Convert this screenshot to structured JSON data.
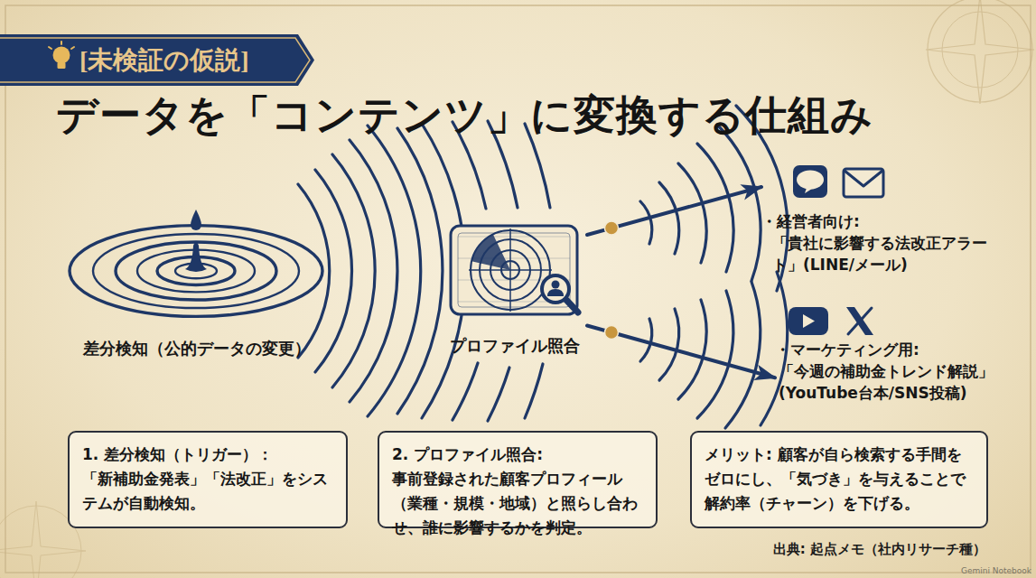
{
  "diagram": {
    "title": "データを「コンテンツ」に変換する仕組み",
    "nodes": [
      {
        "text": [
          "[未検証の仮説]"
        ]
      },
      {
        "text": [
          "差分検知（公的データの変更）"
        ]
      },
      {
        "text": [
          "プロファイル照合"
        ]
      },
      {
        "text": [
          "・経営者向け:",
          "「貴社に影響する法改正アラート」(LINE/メール)"
        ]
      },
      {
        "text": [
          "・マーケティング用:",
          "「今週の補助金トレンド解説」(YouTube台本/SNS投稿)"
        ]
      },
      {
        "text": [
          "1. 差分検知（トリガー）：",
          "「新補助金発表」「法改正」をシステムが自動検知。"
        ]
      },
      {
        "text": [
          "2. プロファイル照合:",
          "事前登録された顧客プロフィール（業種・規模・地域）と照らし合わせ、誰に影響するかを判定。"
        ]
      },
      {
        "text": [
          "メリット: 顧客が自ら検索する手間をゼロにし、「気づき」を与えることで解約率（チャーン）を下げる。"
        ]
      }
    ],
    "edges": [
      {
        "from": 2,
        "to": 3,
        "arrow": "to"
      },
      {
        "from": 2,
        "to": 4,
        "arrow": "to"
      }
    ],
    "labels": [
      "LINE",
      "出典: 起点メモ（社内リサーチ種）",
      "Gemini Notebook"
    ]
  }
}
